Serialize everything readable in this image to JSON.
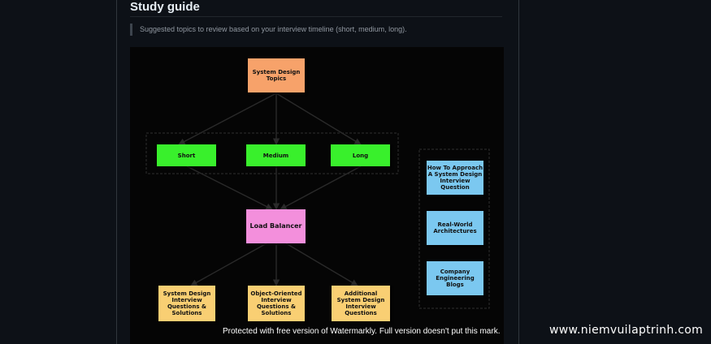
{
  "section": {
    "title": "Study guide",
    "description": "Suggested topics to review based on your interview timeline (short, medium, long)."
  },
  "diagram": {
    "root": "System Design\nTopics",
    "timelines": [
      "Short",
      "Medium",
      "Long"
    ],
    "hub": "Load Balancer",
    "leaves": [
      "System Design\nInterview\nQuestions &\nSolutions",
      "Object-Oriented\nInterview\nQuestions &\nSolutions",
      "Additional\nSystem Design\nInterview\nQuestions"
    ],
    "resources": [
      "How To Approach\nA System Design\nInterview\nQuestion",
      "Real-World\nArchitectures",
      "Company\nEngineering\nBlogs"
    ],
    "colors": {
      "root": "#f7a26a",
      "timeline": "#39f02c",
      "hub": "#f38fdc",
      "leaf": "#f9cf73",
      "resource": "#7bc8f0"
    }
  },
  "watermark": "Protected with free version of Watermarkly. Full version doesn't put this mark.",
  "site_mark": "www.niemvuilaptrinh.com"
}
